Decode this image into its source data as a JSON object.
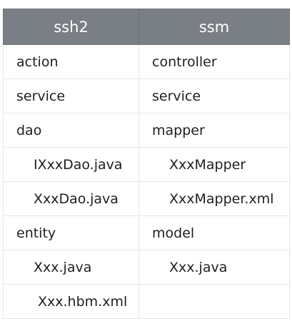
{
  "table": {
    "headers": [
      "ssh2",
      "ssm"
    ],
    "rows": [
      {
        "ssh2": "action",
        "ssm": "controller",
        "ssh2_indent": false,
        "ssm_indent": false
      },
      {
        "ssh2": "service",
        "ssm": "service",
        "ssh2_indent": false,
        "ssm_indent": false
      },
      {
        "ssh2": "dao",
        "ssm": "mapper",
        "ssh2_indent": false,
        "ssm_indent": false
      },
      {
        "ssh2": "IXxxDao.java",
        "ssm": "XxxMapper",
        "ssh2_indent": true,
        "ssm_indent": true
      },
      {
        "ssh2": "XxxDao.java",
        "ssm": "XxxMapper.xml",
        "ssh2_indent": true,
        "ssm_indent": true
      },
      {
        "ssh2": "entity",
        "ssm": "model",
        "ssh2_indent": false,
        "ssm_indent": false
      },
      {
        "ssh2": "Xxx.java",
        "ssm": "Xxx.java",
        "ssh2_indent": true,
        "ssm_indent": true
      },
      {
        "ssh2": "Xxx.hbm.xml",
        "ssm": "",
        "ssh2_indent": true,
        "ssm_indent": false
      }
    ]
  },
  "colors": {
    "header_bg": "#7a7f85",
    "header_text": "#ffffff",
    "border": "#e6e6e6"
  }
}
